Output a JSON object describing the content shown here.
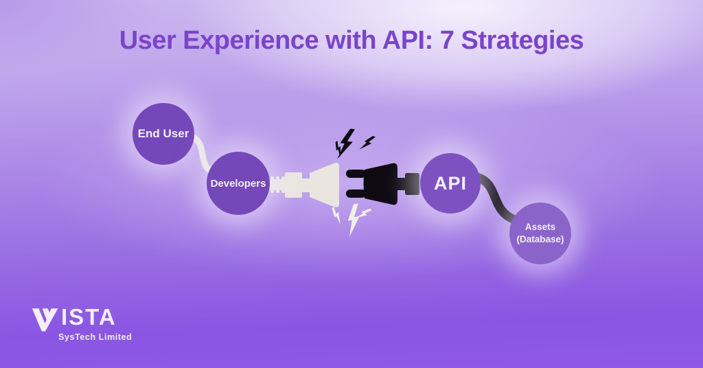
{
  "title": "User Experience with API: 7 Strategies",
  "diagram": {
    "nodes": [
      {
        "id": "end-user",
        "label": "End User"
      },
      {
        "id": "developers",
        "label": "Developers"
      },
      {
        "id": "api",
        "label": "API"
      },
      {
        "id": "assets-database",
        "label": "Assets",
        "label2": "(Database)"
      }
    ],
    "icons": [
      "white-socket-connector-icon",
      "black-plug-icon",
      "lightning-bolts-icon"
    ]
  },
  "logo": {
    "name": "VISTA",
    "wordmark_rest": "ISTA",
    "tagline": "SysTech Limited"
  },
  "colors": {
    "title_text": "#7a44c9",
    "node_purple_dark": "#7448b8",
    "node_purple_api": "#7d52c0",
    "node_purple_assets": "#8a64c9",
    "node_text": "#f4effa",
    "socket_cream": "#eae6df",
    "plug_black": "#0f0b13",
    "background_top": "#e9e1f7",
    "background_bottom": "#8a55e2",
    "logo_text": "#f3eef9"
  }
}
